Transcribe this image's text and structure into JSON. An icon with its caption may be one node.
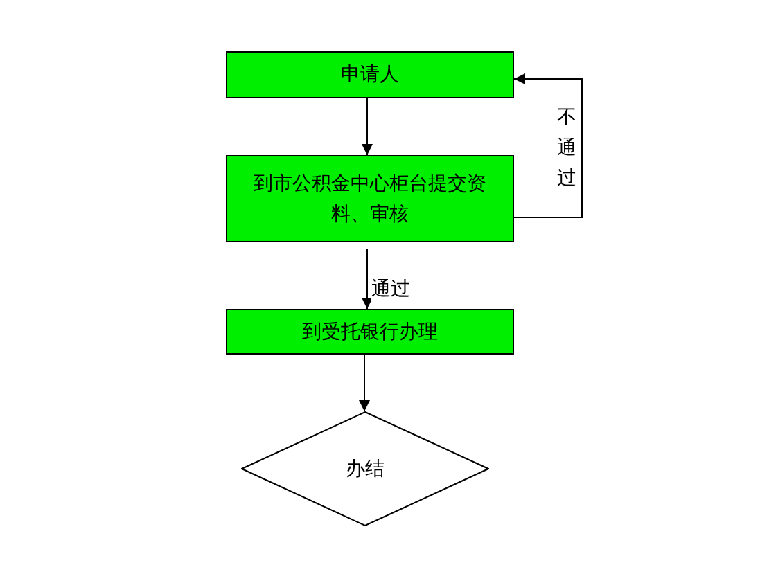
{
  "diagram": {
    "nodes": [
      {
        "text": [
          "申请人"
        ]
      },
      {
        "text": [
          "到市公积金中心柜台提交资料、审核"
        ]
      },
      {
        "text": [
          "到受托银行办理"
        ]
      },
      {
        "text": [
          "办结"
        ]
      }
    ],
    "edges": [
      {
        "from": 0,
        "to": 1,
        "arrow": "to"
      },
      {
        "from": 1,
        "to": 2,
        "arrow": "to",
        "label": "通过"
      },
      {
        "from": 2,
        "to": 3,
        "arrow": "to"
      },
      {
        "from": 1,
        "to": 0,
        "arrow": "to",
        "label": "不通过"
      }
    ]
  }
}
